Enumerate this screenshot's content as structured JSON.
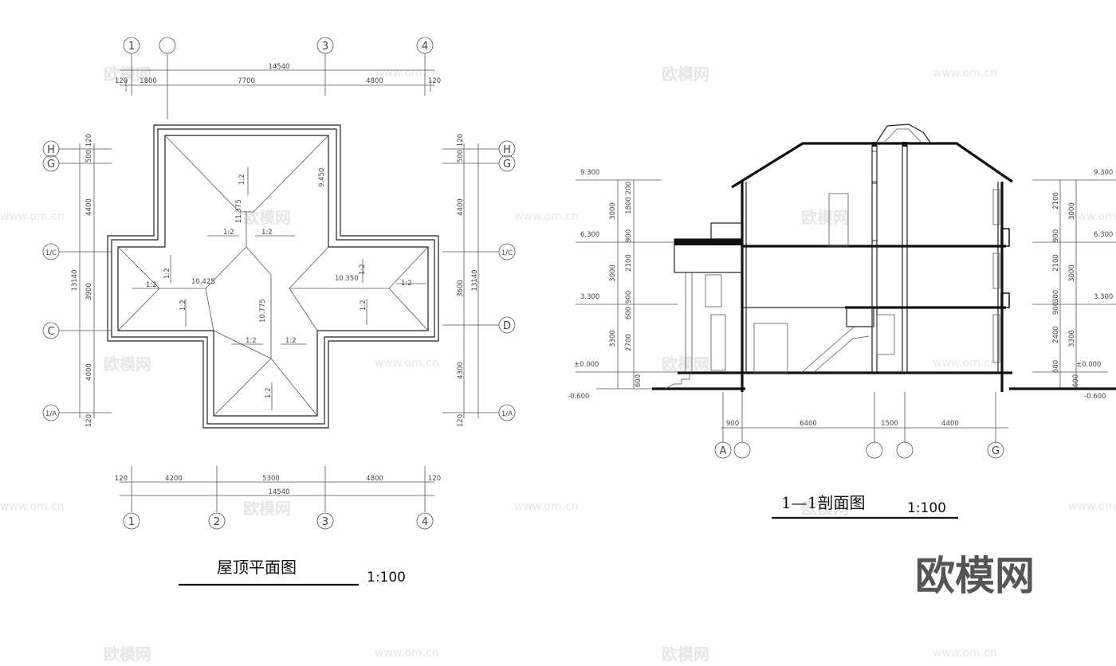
{
  "watermark": {
    "brand": "欧模网",
    "url": "www.om.cn"
  },
  "roof_plan": {
    "title": "屋顶平面图",
    "scale": "1:100",
    "top_grid": [
      "1",
      "",
      "3",
      "4"
    ],
    "bottom_grid": [
      "1",
      "2",
      "3",
      "4"
    ],
    "left_grid": [
      "H",
      "G",
      "1/C",
      "C",
      "1/A"
    ],
    "right_grid": [
      "H",
      "G",
      "1/C",
      "D",
      "1/A"
    ],
    "top_total": "14540",
    "top_dims": [
      "120",
      "1800",
      "7700",
      "4800",
      "120"
    ],
    "bottom_total": "14540",
    "bottom_dims": [
      "120",
      "4200",
      "5300",
      "4800",
      "120"
    ],
    "left_total": "13140",
    "left_dims": [
      "120",
      "500",
      "4400",
      "3900",
      "4000",
      "120"
    ],
    "right_total": "13140",
    "right_dims": [
      "120",
      "500",
      "4400",
      "3600",
      "4300",
      "120"
    ],
    "elevations": [
      "9.450",
      "11.375",
      "10.425",
      "10.350",
      "10.775"
    ],
    "slope": "1:2"
  },
  "section": {
    "title": "1—1剖面图",
    "scale": "1:100",
    "levels_left": [
      "9.300",
      "6.300",
      "3.300",
      "±0.000",
      "-0.600"
    ],
    "levels_right": [
      "9.300",
      "6.300",
      "3.300",
      "±0.000",
      "-0.600"
    ],
    "left_dims": [
      "200",
      "1800",
      "3000",
      "900",
      "2100",
      "3000",
      "900",
      "600",
      "2700",
      "3300",
      "600"
    ],
    "right_dims": [
      "2100",
      "3000",
      "900",
      "2100",
      "3000",
      "300",
      "900",
      "2400",
      "3300",
      "600",
      "600"
    ],
    "bottom_dims": [
      "900",
      "6400",
      "1500",
      "4400"
    ],
    "bottom_grid": [
      "A",
      "",
      "",
      "",
      "G"
    ]
  }
}
